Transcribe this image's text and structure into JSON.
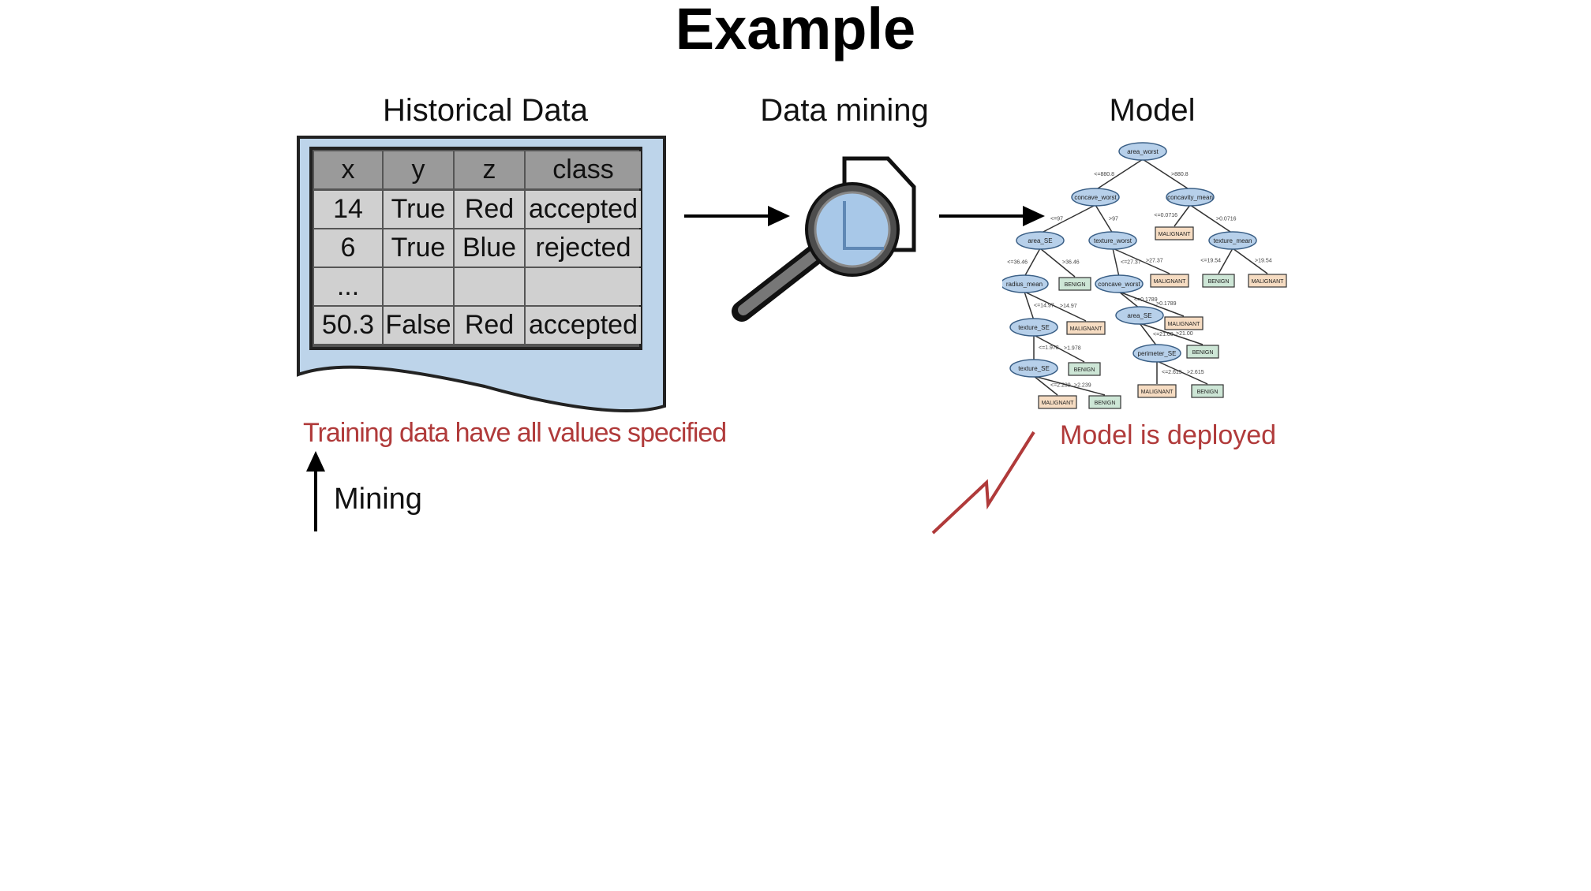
{
  "title": "Example",
  "headings": {
    "historical": "Historical Data",
    "mining": "Data mining",
    "model": "Model"
  },
  "table": {
    "columns": [
      "x",
      "y",
      "z",
      "class"
    ],
    "rows": [
      [
        "14",
        "True",
        "Red",
        "accepted"
      ],
      [
        "6",
        "True",
        "Blue",
        "rejected"
      ],
      [
        "...",
        "",
        "",
        ""
      ],
      [
        "50.3",
        "False",
        "Red",
        "accepted"
      ]
    ]
  },
  "notes": {
    "training": "Training data have all values specified",
    "deployed": "Model is deployed",
    "mining": "Mining"
  },
  "tree": {
    "nodes": [
      {
        "id": "root",
        "label": "area_worst"
      },
      {
        "id": "n1",
        "label": "concave_worst"
      },
      {
        "id": "n2",
        "label": "concavity_mean"
      },
      {
        "id": "n3",
        "label": "area_SE"
      },
      {
        "id": "n4",
        "label": "texture_worst"
      },
      {
        "id": "n5",
        "label": "texture_mean"
      },
      {
        "id": "n6",
        "label": "radius_mean"
      },
      {
        "id": "n7",
        "label": "concave_worst"
      },
      {
        "id": "n8",
        "label": "texture_SE"
      },
      {
        "id": "n9",
        "label": "area_SE"
      },
      {
        "id": "n10",
        "label": "texture_SE"
      },
      {
        "id": "n11",
        "label": "perimeter_SE"
      }
    ],
    "leaves": [
      {
        "id": "l1",
        "label": "MALIGNANT"
      },
      {
        "id": "l2",
        "label": "BENIGN"
      },
      {
        "id": "l3",
        "label": "MALIGNANT"
      },
      {
        "id": "l4",
        "label": "BENIGN"
      },
      {
        "id": "l5",
        "label": "MALIGNANT"
      },
      {
        "id": "l6",
        "label": "MALIGNANT"
      },
      {
        "id": "l7",
        "label": "MALIGNANT"
      },
      {
        "id": "l8",
        "label": "BENIGN"
      },
      {
        "id": "l9",
        "label": "BENIGN"
      },
      {
        "id": "l10",
        "label": "MALIGNANT"
      },
      {
        "id": "l11",
        "label": "BENIGN"
      },
      {
        "id": "l12",
        "label": "MALIGNANT"
      },
      {
        "id": "l13",
        "label": "BENIGN"
      }
    ],
    "edge_labels": [
      "<=880.8",
      ">880.8",
      "<=0.0716",
      ">0.0716",
      "<=0.0716",
      ">0.0716",
      "<=97",
      ">97",
      "<=36.46",
      ">36.46",
      "<=27.37",
      ">27.37",
      "<=19.54",
      ">19.54",
      "<=14.97",
      ">14.97",
      "<=0.1789",
      ">0.1789",
      "<=1.978",
      ">1.978",
      "<=21.00",
      ">21.00",
      "<=2.239",
      ">2.239",
      "<=2.615",
      ">2.615",
      "<=27.37",
      ">27.37"
    ]
  },
  "colors": {
    "doc_fill": "#bdd4ea",
    "header_cell": "#9a9a9a",
    "body_cell": "#d0d0d0",
    "node_fill": "#b7d0ea",
    "malignant_fill": "#f6dcc2",
    "benign_fill": "#cde6d6",
    "note_red": "#b03a3a"
  },
  "icons": [
    "magnifier-icon",
    "document-icon",
    "lightning-bolt-icon",
    "up-arrow-icon"
  ]
}
